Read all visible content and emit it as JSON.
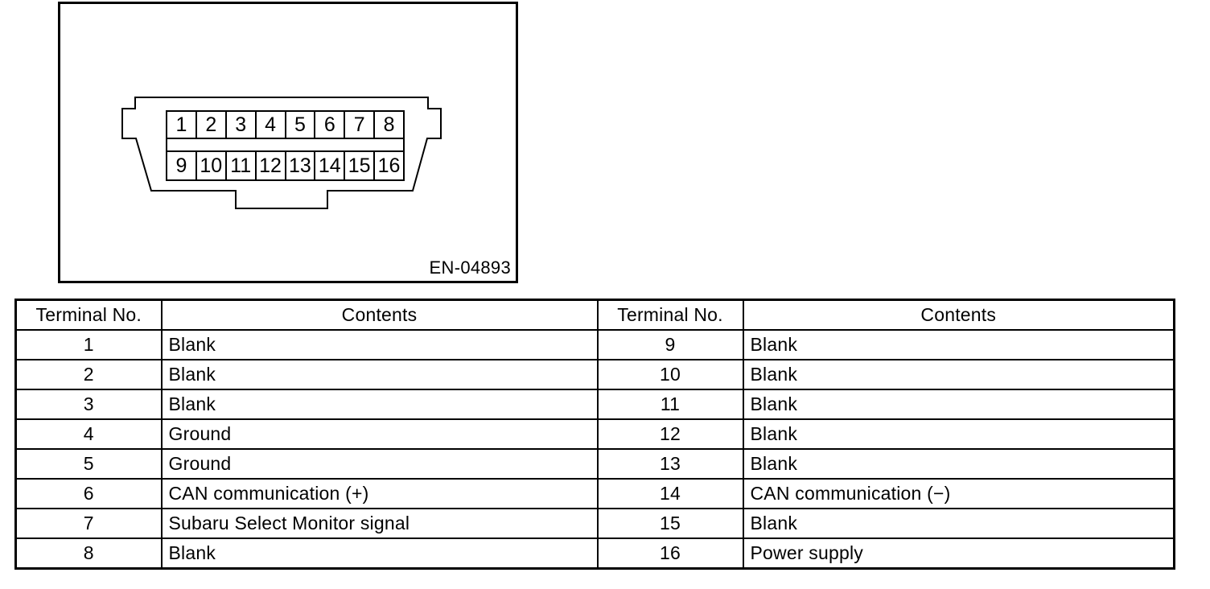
{
  "figure": {
    "caption": "EN-04893",
    "connector": {
      "top_row_pins": [
        "1",
        "2",
        "3",
        "4",
        "5",
        "6",
        "7",
        "8"
      ],
      "bottom_row_pins": [
        "9",
        "10",
        "11",
        "12",
        "13",
        "14",
        "15",
        "16"
      ]
    }
  },
  "pin_table": {
    "headers": [
      "Terminal No.",
      "Contents",
      "Terminal No.",
      "Contents"
    ],
    "rows": [
      {
        "terminal_left": "1",
        "contents_left": "Blank",
        "terminal_right": "9",
        "contents_right": "Blank"
      },
      {
        "terminal_left": "2",
        "contents_left": "Blank",
        "terminal_right": "10",
        "contents_right": "Blank"
      },
      {
        "terminal_left": "3",
        "contents_left": "Blank",
        "terminal_right": "11",
        "contents_right": "Blank"
      },
      {
        "terminal_left": "4",
        "contents_left": "Ground",
        "terminal_right": "12",
        "contents_right": "Blank"
      },
      {
        "terminal_left": "5",
        "contents_left": "Ground",
        "terminal_right": "13",
        "contents_right": "Blank"
      },
      {
        "terminal_left": "6",
        "contents_left": "CAN communication (+)",
        "terminal_right": "14",
        "contents_right": "CAN communication (−)"
      },
      {
        "terminal_left": "7",
        "contents_left": "Subaru Select Monitor signal",
        "terminal_right": "15",
        "contents_right": "Blank"
      },
      {
        "terminal_left": "8",
        "contents_left": "Blank",
        "terminal_right": "16",
        "contents_right": "Power supply"
      }
    ]
  },
  "colors": {
    "line": "#000000",
    "background": "#ffffff"
  }
}
